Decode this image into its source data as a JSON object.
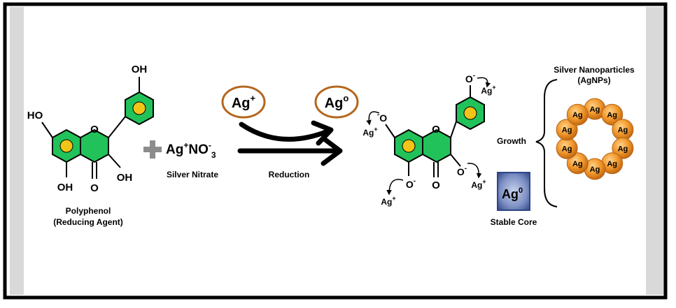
{
  "reactant": {
    "substituents": {
      "ring_b_oh": "OH",
      "ring_a_ho": "HO",
      "ring_a_oh": "OH",
      "carbonyl_o": "O",
      "ring_c_o": "O",
      "ring_c_oh": "OH"
    },
    "caption_line1": "Polyphenol",
    "caption_line2": "(Reducing Agent)"
  },
  "silver_nitrate": {
    "plus_symbol": "+",
    "formula_ag": "Ag",
    "formula_charge": "+",
    "formula_no": "NO",
    "formula_minus": "-",
    "formula_sub": "3",
    "caption": "Silver Nitrate"
  },
  "reduction": {
    "ion_from_symbol": "Ag",
    "ion_from_charge": "+",
    "ion_to_symbol": "Ag",
    "ion_to_charge": "o",
    "caption": "Reduction"
  },
  "complex": {
    "o_minus": "O",
    "minus": "-",
    "carbonyl_o": "O",
    "ring_c_o": "O",
    "ag_plus_labels": [
      "Ag",
      "Ag",
      "Ag",
      "Ag"
    ],
    "plus": "+"
  },
  "stable_core": {
    "symbol": "Ag",
    "superscript": "0",
    "caption": "Stable Core"
  },
  "growth": {
    "label": "Growth"
  },
  "nanoparticles": {
    "title_line1": "Silver Nanoparticles",
    "title_line2": "(AgNPs)",
    "particle_label": "Ag",
    "particle_count": 10
  },
  "colors": {
    "ring_fill": "#22c25a",
    "ring_dot": "#f2c417",
    "ion_circle_stroke": "#b5651d",
    "core_fill": "#3b5598",
    "particle_fill": "#f29a2e",
    "side_band": "#d9d9d9",
    "frame": "#000000"
  }
}
